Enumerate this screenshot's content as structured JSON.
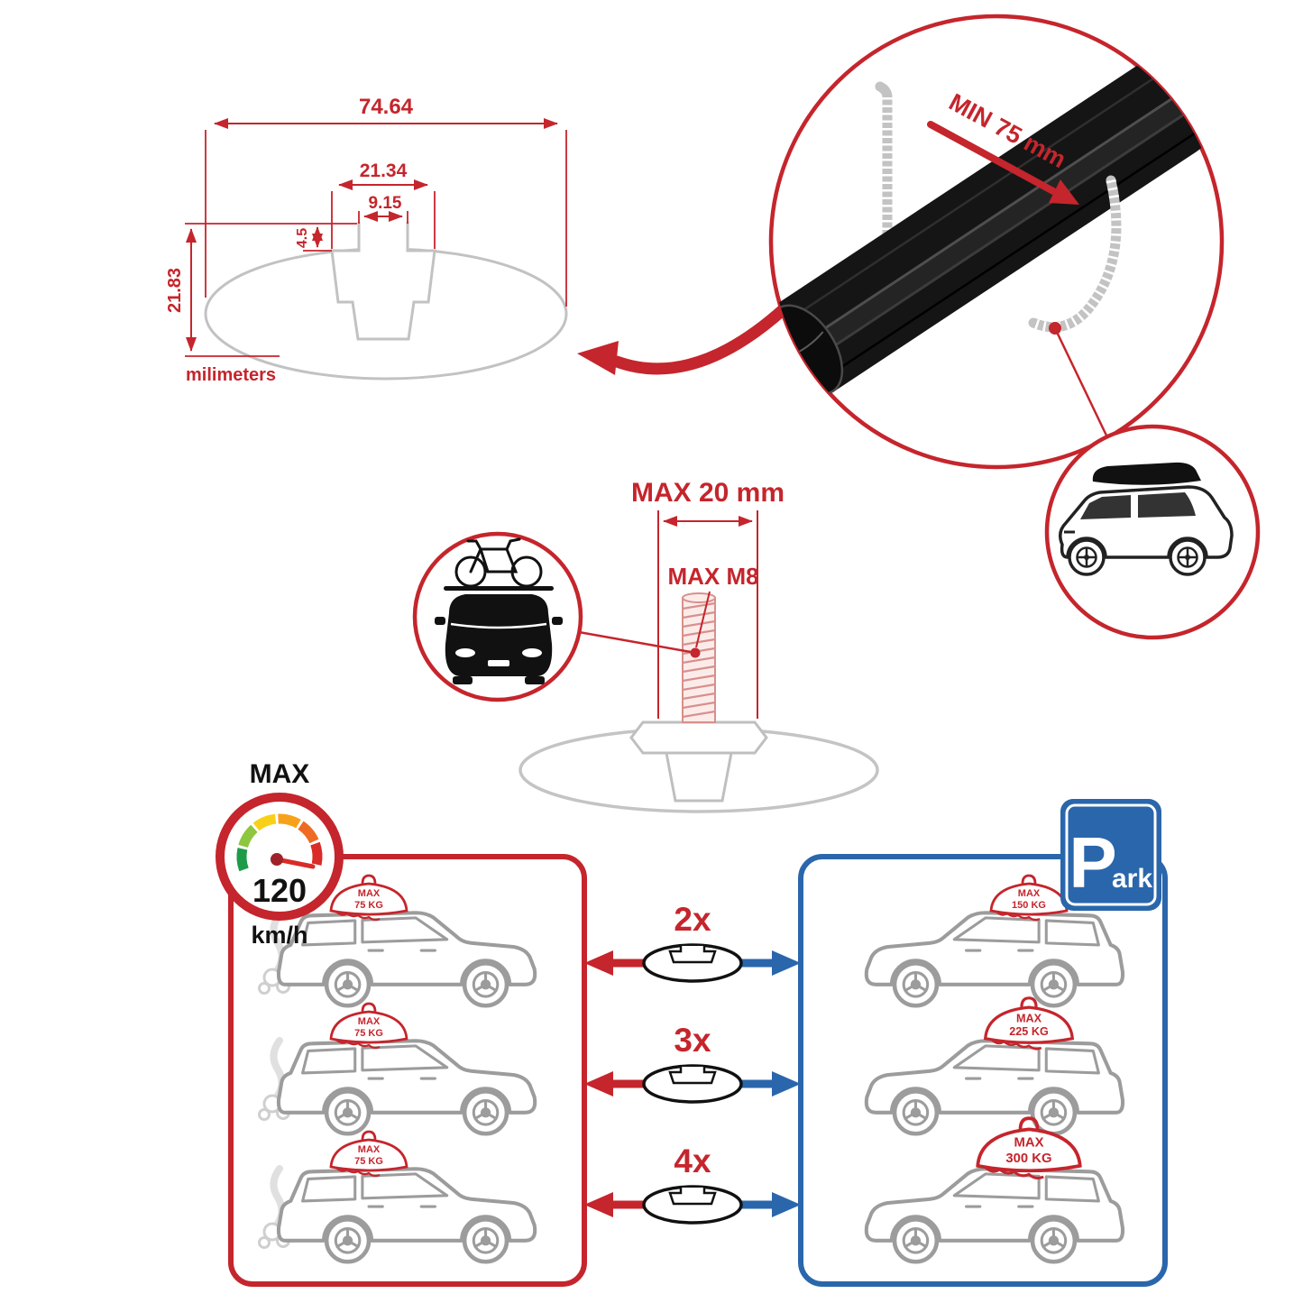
{
  "colors": {
    "accent_red": "#c5252c",
    "accent_blue": "#2a66ab",
    "line_gray": "#c2c2c2",
    "car_gray": "#9c9c9c",
    "bar_black": "#151515"
  },
  "profile_dimensions": {
    "total_width": "74.64",
    "channel_width": "21.34",
    "slot_width": "9.15",
    "slot_depth": "4.5",
    "total_height": "21.83",
    "unit_label": "milimeters"
  },
  "clamp_detail": {
    "min_clearance": "MIN 75 mm"
  },
  "bolt_detail": {
    "max_length": "MAX 20 mm",
    "max_thread": "MAX M8"
  },
  "speed_limit": {
    "label": "MAX",
    "value": "120",
    "unit": "km/h"
  },
  "driving_panel": {
    "cars": [
      {
        "load_label": "MAX",
        "load_value": "75 KG"
      },
      {
        "load_label": "MAX",
        "load_value": "75 KG"
      },
      {
        "load_label": "MAX",
        "load_value": "75 KG"
      }
    ]
  },
  "parking_panel": {
    "sign_letter": "P",
    "sign_rest": "ark",
    "cars": [
      {
        "load_label": "MAX",
        "load_value": "150 KG"
      },
      {
        "load_label": "MAX",
        "load_value": "225 KG"
      },
      {
        "load_label": "MAX",
        "load_value": "300 KG"
      }
    ]
  },
  "multipliers": [
    {
      "label": "2x"
    },
    {
      "label": "3x"
    },
    {
      "label": "4x"
    }
  ],
  "icons": {
    "speedometer": "speedometer-gauge-icon",
    "park_sign": "parking-sign-icon",
    "bike_car": "car-with-bike-icon",
    "roofbox_suv": "suv-with-roofbox-icon",
    "crossbar_profile": "crossbar-cross-section-icon"
  }
}
